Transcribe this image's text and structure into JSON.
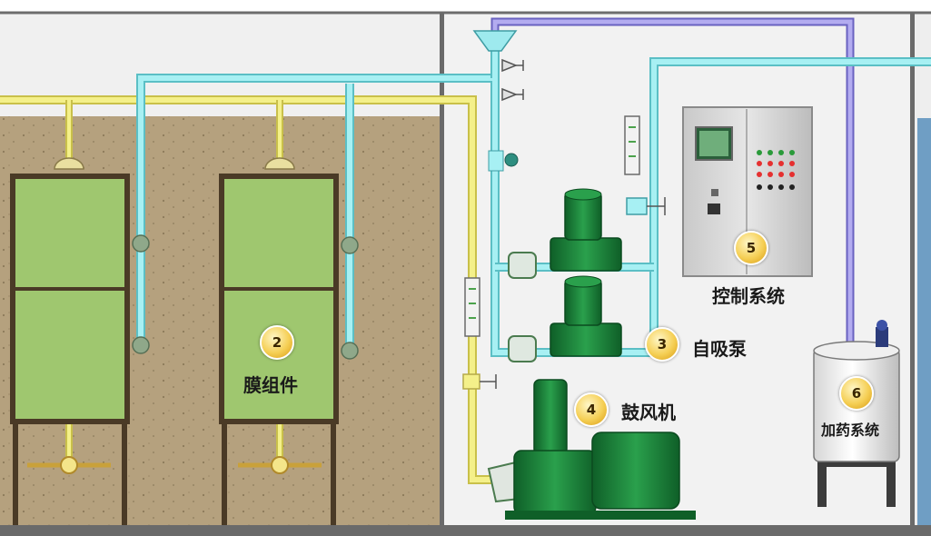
{
  "components": {
    "membrane": {
      "number": "2",
      "label": "膜组件"
    },
    "pump": {
      "number": "3",
      "label": "自吸泵"
    },
    "blower": {
      "number": "4",
      "label": "鼓风机"
    },
    "control": {
      "number": "5",
      "label": "控制系统"
    },
    "dosing": {
      "number": "6",
      "label": "加药系统"
    }
  },
  "colors": {
    "water_pipe": "#8fe6ea",
    "air_pipe": "#f4f08a",
    "chemical_pipe": "#9d95e0",
    "sludge": "#b5a17e",
    "membrane_panel": "#9fc76f",
    "equipment": "#1f8a3f",
    "badge": "#f5cf55"
  },
  "icons": [
    "valve-icon",
    "flow-meter-icon",
    "pump-icon",
    "blower-icon",
    "control-cabinet-icon",
    "dosing-tank-icon"
  ]
}
